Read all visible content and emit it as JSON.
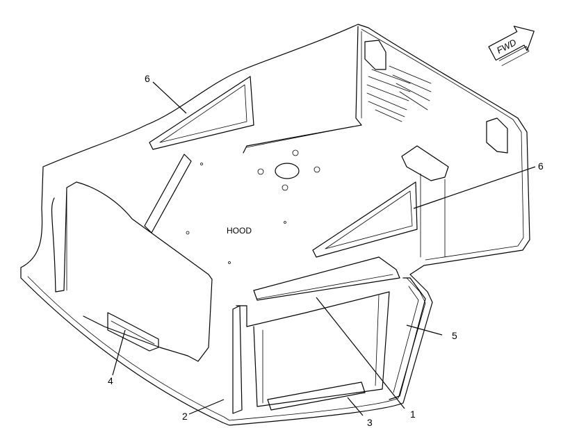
{
  "diagram": {
    "center_label": "HOOD",
    "direction_label": "FWD",
    "callouts": {
      "c1": "1",
      "c2": "2",
      "c3": "3",
      "c4": "4",
      "c5": "5",
      "c6a": "6",
      "c6b": "6"
    }
  }
}
